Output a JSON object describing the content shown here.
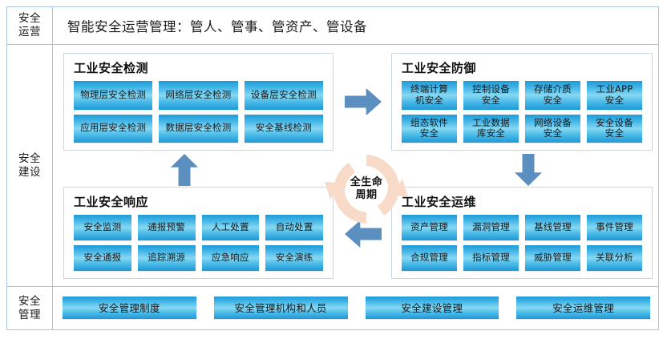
{
  "header": {
    "title": "智能安全运营管理：管人、管事、管资产、管设备"
  },
  "sidebar": {
    "items": [
      {
        "line1": "安全",
        "line2": "运营"
      },
      {
        "line1": "安全",
        "line2": "建设"
      },
      {
        "line1": "安全",
        "line2": "管理"
      }
    ]
  },
  "cycle": {
    "line1": "全生命",
    "line2": "周期",
    "color": "#f6d9c6"
  },
  "arrows": {
    "color": "#5b8fc0",
    "right": "arrow-right-icon",
    "down": "arrow-down-icon",
    "left": "arrow-left-icon",
    "up": "arrow-up-icon"
  },
  "panels": [
    {
      "id": "detection",
      "title": "工业安全检测",
      "columns": 3,
      "chips": [
        "物理层安全检测",
        "网络层安全检测",
        "设备层安全检测",
        "应用层安全检测",
        "数据层安全检测",
        "安全基线检测"
      ]
    },
    {
      "id": "defense",
      "title": "工业安全防御",
      "columns": 4,
      "chips": [
        "终端计算\n机安全",
        "控制设备\n安全",
        "存储介质\n安全",
        "工业APP\n安全",
        "组态软件\n安全",
        "工业数据\n库安全",
        "网络设备\n安全",
        "安全设备\n安全"
      ]
    },
    {
      "id": "response",
      "title": "工业安全响应",
      "columns": 4,
      "chips": [
        "安全监测",
        "通报预警",
        "人工处置",
        "自动处置",
        "安全通报",
        "追踪溯源",
        "应急响应",
        "安全演练"
      ]
    },
    {
      "id": "operations",
      "title": "工业安全运维",
      "columns": 4,
      "chips": [
        "资产管理",
        "漏洞管理",
        "基线管理",
        "事件管理",
        "合规管理",
        "指标管理",
        "威胁管理",
        "关联分析"
      ]
    }
  ],
  "management_bar": {
    "chips": [
      "安全管理制度",
      "安全管理机构和人员",
      "安全建设管理",
      "安全运维管理"
    ]
  },
  "theme": {
    "chip_top": "#1f9bd8",
    "chip_mid": "#86d8f2",
    "frame_border": "#aac4dd",
    "panel_border": "#c9d6e4"
  }
}
